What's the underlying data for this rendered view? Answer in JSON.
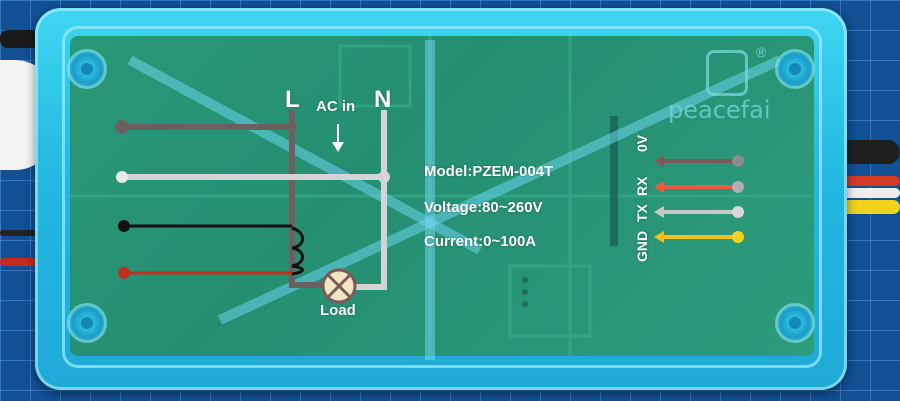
{
  "diagram": {
    "live_label": "L",
    "ac_in_label": "AC in",
    "neutral_label": "N",
    "load_label": "Load"
  },
  "specs": {
    "model": "Model:PZEM-004T",
    "voltage": "Voltage:80~260V",
    "current": "Current:0~100A"
  },
  "pins": [
    {
      "label": "0V",
      "color": "#7a5a5a"
    },
    {
      "label": "RX",
      "color": "#f05a3a"
    },
    {
      "label": "TX",
      "color": "#c8c8c8"
    },
    {
      "label": "GND",
      "color": "#f2c21a"
    }
  ],
  "brand": {
    "name": "peacefai",
    "registered": "®"
  },
  "colors": {
    "case": "#22b8e0",
    "pcb": "#1f8a4e",
    "live_wire": "#6b5f60",
    "neutral_wire": "#d4d4d4",
    "ct_black": "#111111",
    "ct_red": "#c0301c"
  }
}
